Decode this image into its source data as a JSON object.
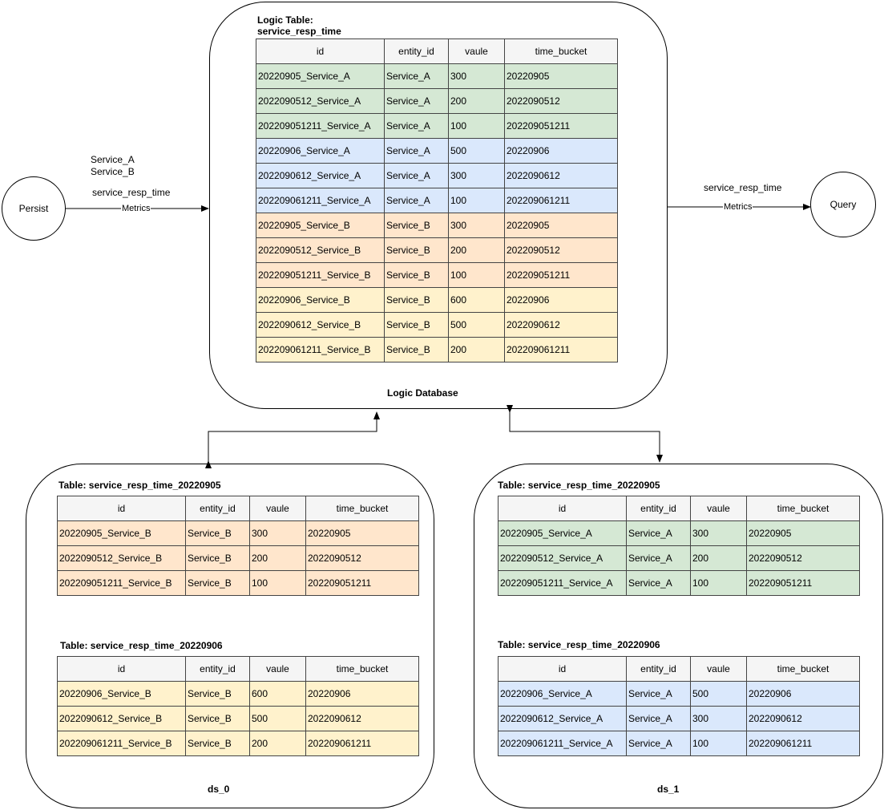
{
  "nodes": {
    "persist": "Persist",
    "query": "Query"
  },
  "left_edge": {
    "services": [
      "Service_A",
      "Service_B"
    ],
    "metric_name": "service_resp_time",
    "label": "Metrics"
  },
  "right_edge": {
    "metric_name": "service_resp_time",
    "label": "Metrics"
  },
  "logic_database": {
    "title_line1": "Logic Table:",
    "title_line2": "service_resp_time",
    "label": "Logic Database"
  },
  "columns": [
    "id",
    "entity_id",
    "vaule",
    "time_bucket"
  ],
  "logic_table": [
    [
      "20220905_Service_A",
      "Service_A",
      "300",
      "20220905"
    ],
    [
      "2022090512_Service_A",
      "Service_A",
      "200",
      "2022090512"
    ],
    [
      "202209051211_Service_A",
      "Service_A",
      "100",
      "202209051211"
    ],
    [
      "20220906_Service_A",
      "Service_A",
      "500",
      "20220906"
    ],
    [
      "2022090612_Service_A",
      "Service_A",
      "300",
      "2022090612"
    ],
    [
      "202209061211_Service_A",
      "Service_A",
      "100",
      "202209061211"
    ],
    [
      "20220905_Service_B",
      "Service_B",
      "300",
      "20220905"
    ],
    [
      "2022090512_Service_B",
      "Service_B",
      "200",
      "2022090512"
    ],
    [
      "202209051211_Service_B",
      "Service_B",
      "100",
      "202209051211"
    ],
    [
      "20220906_Service_B",
      "Service_B",
      "600",
      "20220906"
    ],
    [
      "2022090612_Service_B",
      "Service_B",
      "500",
      "2022090612"
    ],
    [
      "202209061211_Service_B",
      "Service_B",
      "200",
      "202209061211"
    ]
  ],
  "ds_0": {
    "label": "ds_0",
    "table_0905": {
      "title": "Table: service_resp_time_20220905",
      "rows": [
        [
          "20220905_Service_B",
          "Service_B",
          "300",
          "20220905"
        ],
        [
          "2022090512_Service_B",
          "Service_B",
          "200",
          "2022090512"
        ],
        [
          "202209051211_Service_B",
          "Service_B",
          "100",
          "202209051211"
        ]
      ]
    },
    "table_0906": {
      "title": "Table: service_resp_time_20220906",
      "rows": [
        [
          "20220906_Service_B",
          "Service_B",
          "600",
          "20220906"
        ],
        [
          "2022090612_Service_B",
          "Service_B",
          "500",
          "2022090612"
        ],
        [
          "202209061211_Service_B",
          "Service_B",
          "200",
          "202209061211"
        ]
      ]
    }
  },
  "ds_1": {
    "label": "ds_1",
    "table_0905": {
      "title": "Table: service_resp_time_20220905",
      "rows": [
        [
          "20220905_Service_A",
          "Service_A",
          "300",
          "20220905"
        ],
        [
          "2022090512_Service_A",
          "Service_A",
          "200",
          "2022090512"
        ],
        [
          "202209051211_Service_A",
          "Service_A",
          "100",
          "202209051211"
        ]
      ]
    },
    "table_0906": {
      "title": "Table: service_resp_time_20220906",
      "rows": [
        [
          "20220906_Service_A",
          "Service_A",
          "500",
          "20220906"
        ],
        [
          "2022090612_Service_A",
          "Service_A",
          "300",
          "2022090612"
        ],
        [
          "202209061211_Service_A",
          "Service_A",
          "100",
          "202209061211"
        ]
      ]
    }
  },
  "colors": {
    "green": "#d5e8d4",
    "blue": "#dae8fc",
    "peach": "#ffe6cc",
    "yellow": "#fff2cc"
  }
}
